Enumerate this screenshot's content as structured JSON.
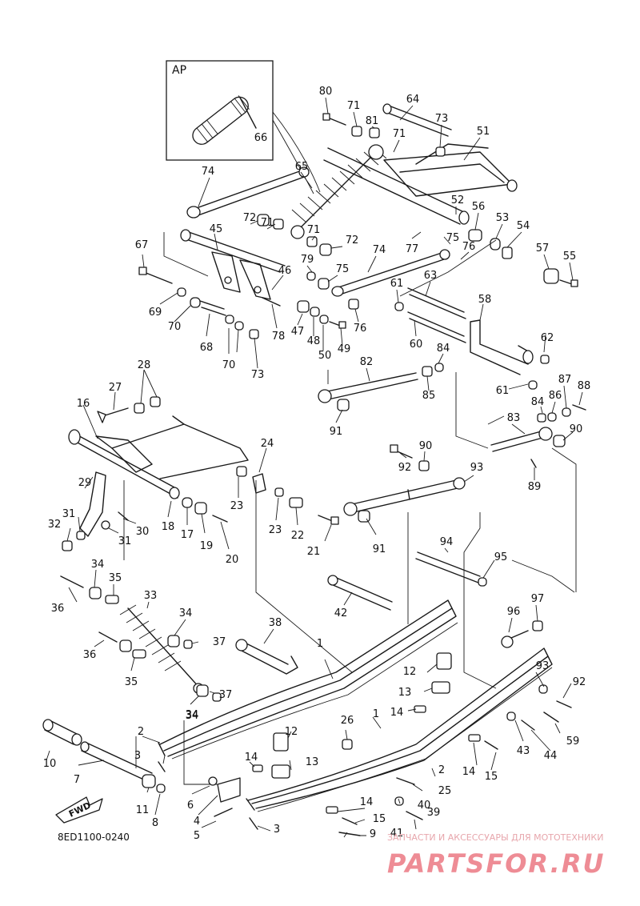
{
  "diagram": {
    "inset_label": "AP",
    "drawing_code": "8ED1100-0240",
    "fwd_label": "FWD",
    "watermark": {
      "tagline": "ЗАПЧАСТИ И АКСЕССУАРЫ ДЛЯ МОТОТЕХНИКИ",
      "brand": "PARTSFOR.RU"
    },
    "callouts": [
      {
        "number": "80"
      },
      {
        "number": "71"
      },
      {
        "number": "64"
      },
      {
        "number": "81"
      },
      {
        "number": "73"
      },
      {
        "number": "51"
      },
      {
        "number": "71"
      },
      {
        "number": "66"
      },
      {
        "number": "65"
      },
      {
        "number": "74"
      },
      {
        "number": "52"
      },
      {
        "number": "56"
      },
      {
        "number": "53"
      },
      {
        "number": "54"
      },
      {
        "number": "72"
      },
      {
        "number": "71"
      },
      {
        "number": "71"
      },
      {
        "number": "72"
      },
      {
        "number": "77"
      },
      {
        "number": "75"
      },
      {
        "number": "76"
      },
      {
        "number": "57"
      },
      {
        "number": "55"
      },
      {
        "number": "67"
      },
      {
        "number": "45"
      },
      {
        "number": "74"
      },
      {
        "number": "79"
      },
      {
        "number": "75"
      },
      {
        "number": "46"
      },
      {
        "number": "63"
      },
      {
        "number": "61"
      },
      {
        "number": "69"
      },
      {
        "number": "70"
      },
      {
        "number": "68"
      },
      {
        "number": "78"
      },
      {
        "number": "47"
      },
      {
        "number": "48"
      },
      {
        "number": "50"
      },
      {
        "number": "49"
      },
      {
        "number": "76"
      },
      {
        "number": "58"
      },
      {
        "number": "62"
      },
      {
        "number": "60"
      },
      {
        "number": "70"
      },
      {
        "number": "73"
      },
      {
        "number": "84"
      },
      {
        "number": "82"
      },
      {
        "number": "85"
      },
      {
        "number": "61"
      },
      {
        "number": "87"
      },
      {
        "number": "88"
      },
      {
        "number": "86"
      },
      {
        "number": "84"
      },
      {
        "number": "83"
      },
      {
        "number": "90"
      },
      {
        "number": "91"
      },
      {
        "number": "27"
      },
      {
        "number": "28"
      },
      {
        "number": "16"
      },
      {
        "number": "24"
      },
      {
        "number": "92"
      },
      {
        "number": "90"
      },
      {
        "number": "89"
      },
      {
        "number": "93"
      },
      {
        "number": "29"
      },
      {
        "number": "23"
      },
      {
        "number": "23"
      },
      {
        "number": "22"
      },
      {
        "number": "31"
      },
      {
        "number": "32"
      },
      {
        "number": "30"
      },
      {
        "number": "31"
      },
      {
        "number": "18"
      },
      {
        "number": "17"
      },
      {
        "number": "19"
      },
      {
        "number": "20"
      },
      {
        "number": "21"
      },
      {
        "number": "91"
      },
      {
        "number": "94"
      },
      {
        "number": "34"
      },
      {
        "number": "35"
      },
      {
        "number": "95"
      },
      {
        "number": "36"
      },
      {
        "number": "33"
      },
      {
        "number": "42"
      },
      {
        "number": "97"
      },
      {
        "number": "96"
      },
      {
        "number": "34"
      },
      {
        "number": "38"
      },
      {
        "number": "36"
      },
      {
        "number": "37"
      },
      {
        "number": "34"
      },
      {
        "number": "1"
      },
      {
        "number": "12"
      },
      {
        "number": "35"
      },
      {
        "number": "93"
      },
      {
        "number": "92"
      },
      {
        "number": "13"
      },
      {
        "number": "37"
      },
      {
        "number": "34"
      },
      {
        "number": "14"
      },
      {
        "number": "1"
      },
      {
        "number": "59"
      },
      {
        "number": "2"
      },
      {
        "number": "26"
      },
      {
        "number": "12"
      },
      {
        "number": "43"
      },
      {
        "number": "44"
      },
      {
        "number": "3"
      },
      {
        "number": "14"
      },
      {
        "number": "13"
      },
      {
        "number": "10"
      },
      {
        "number": "7"
      },
      {
        "number": "14"
      },
      {
        "number": "15"
      },
      {
        "number": "2"
      },
      {
        "number": "11"
      },
      {
        "number": "6"
      },
      {
        "number": "25"
      },
      {
        "number": "40"
      },
      {
        "number": "8"
      },
      {
        "number": "4"
      },
      {
        "number": "14"
      },
      {
        "number": "15"
      },
      {
        "number": "39"
      },
      {
        "number": "5"
      },
      {
        "number": "3"
      },
      {
        "number": "41"
      },
      {
        "number": "9"
      }
    ]
  }
}
